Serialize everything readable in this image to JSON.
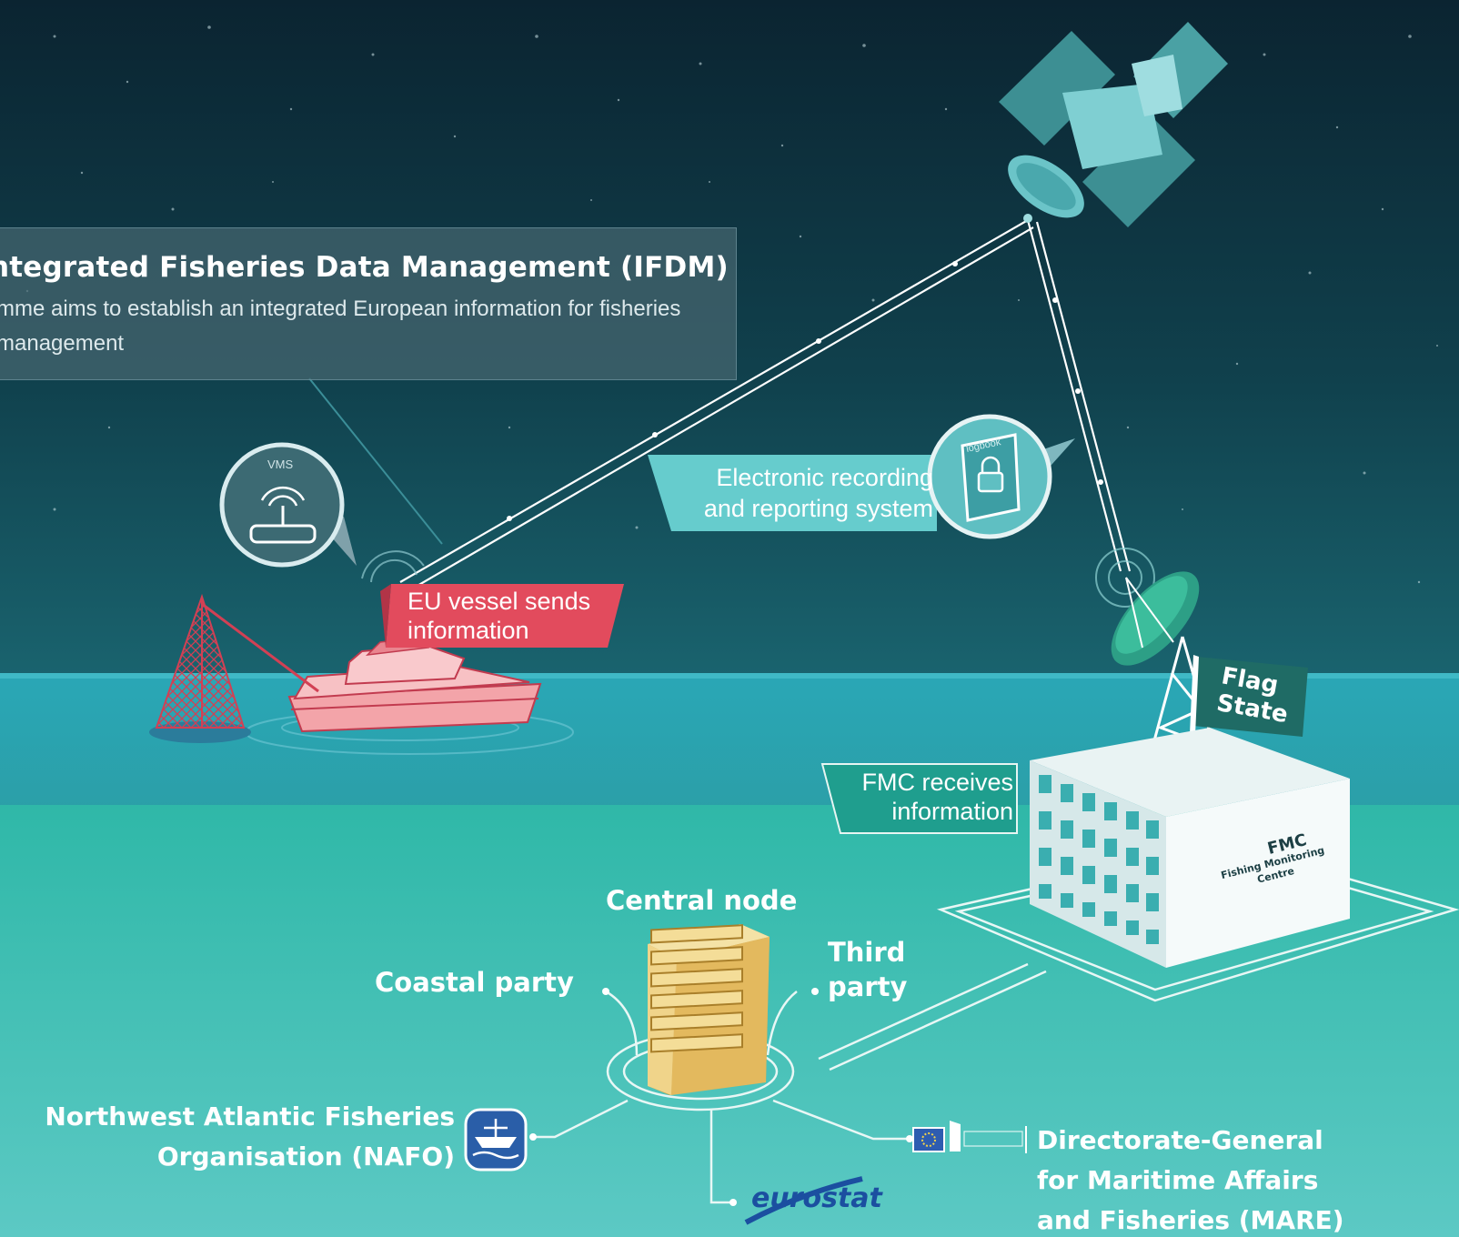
{
  "header": {
    "title": "ntegrated Fisheries Data Management (IFDM)",
    "subtitle": "mme aims to establish an integrated European information for fisheries management"
  },
  "vessel": {
    "badge": "VMS",
    "label": "EU vessel sends information"
  },
  "ers": {
    "label": "Electronic recording and reporting system",
    "book_label": "logbook"
  },
  "fmc": {
    "flag_text": "Flag State",
    "label": "FMC receives information",
    "building_title": "FMC",
    "building_subtitle": "Fishing Monitoring Centre"
  },
  "node": {
    "central": "Central node",
    "coastal": "Coastal party",
    "third": "Third party"
  },
  "destinations": {
    "nafo": "Northwest Atlantic Fisheries Organisation (NAFO)",
    "eurostat": "eurostat",
    "mare": "Directorate-General for Maritime Affairs and Fisheries (MARE)"
  },
  "colors": {
    "night_sky": "#0c2c3a",
    "sea": "#35bfb2",
    "vessel": "#e4505f",
    "teal_accent": "#5fc7c6",
    "building_window": "#3aaeb0"
  }
}
